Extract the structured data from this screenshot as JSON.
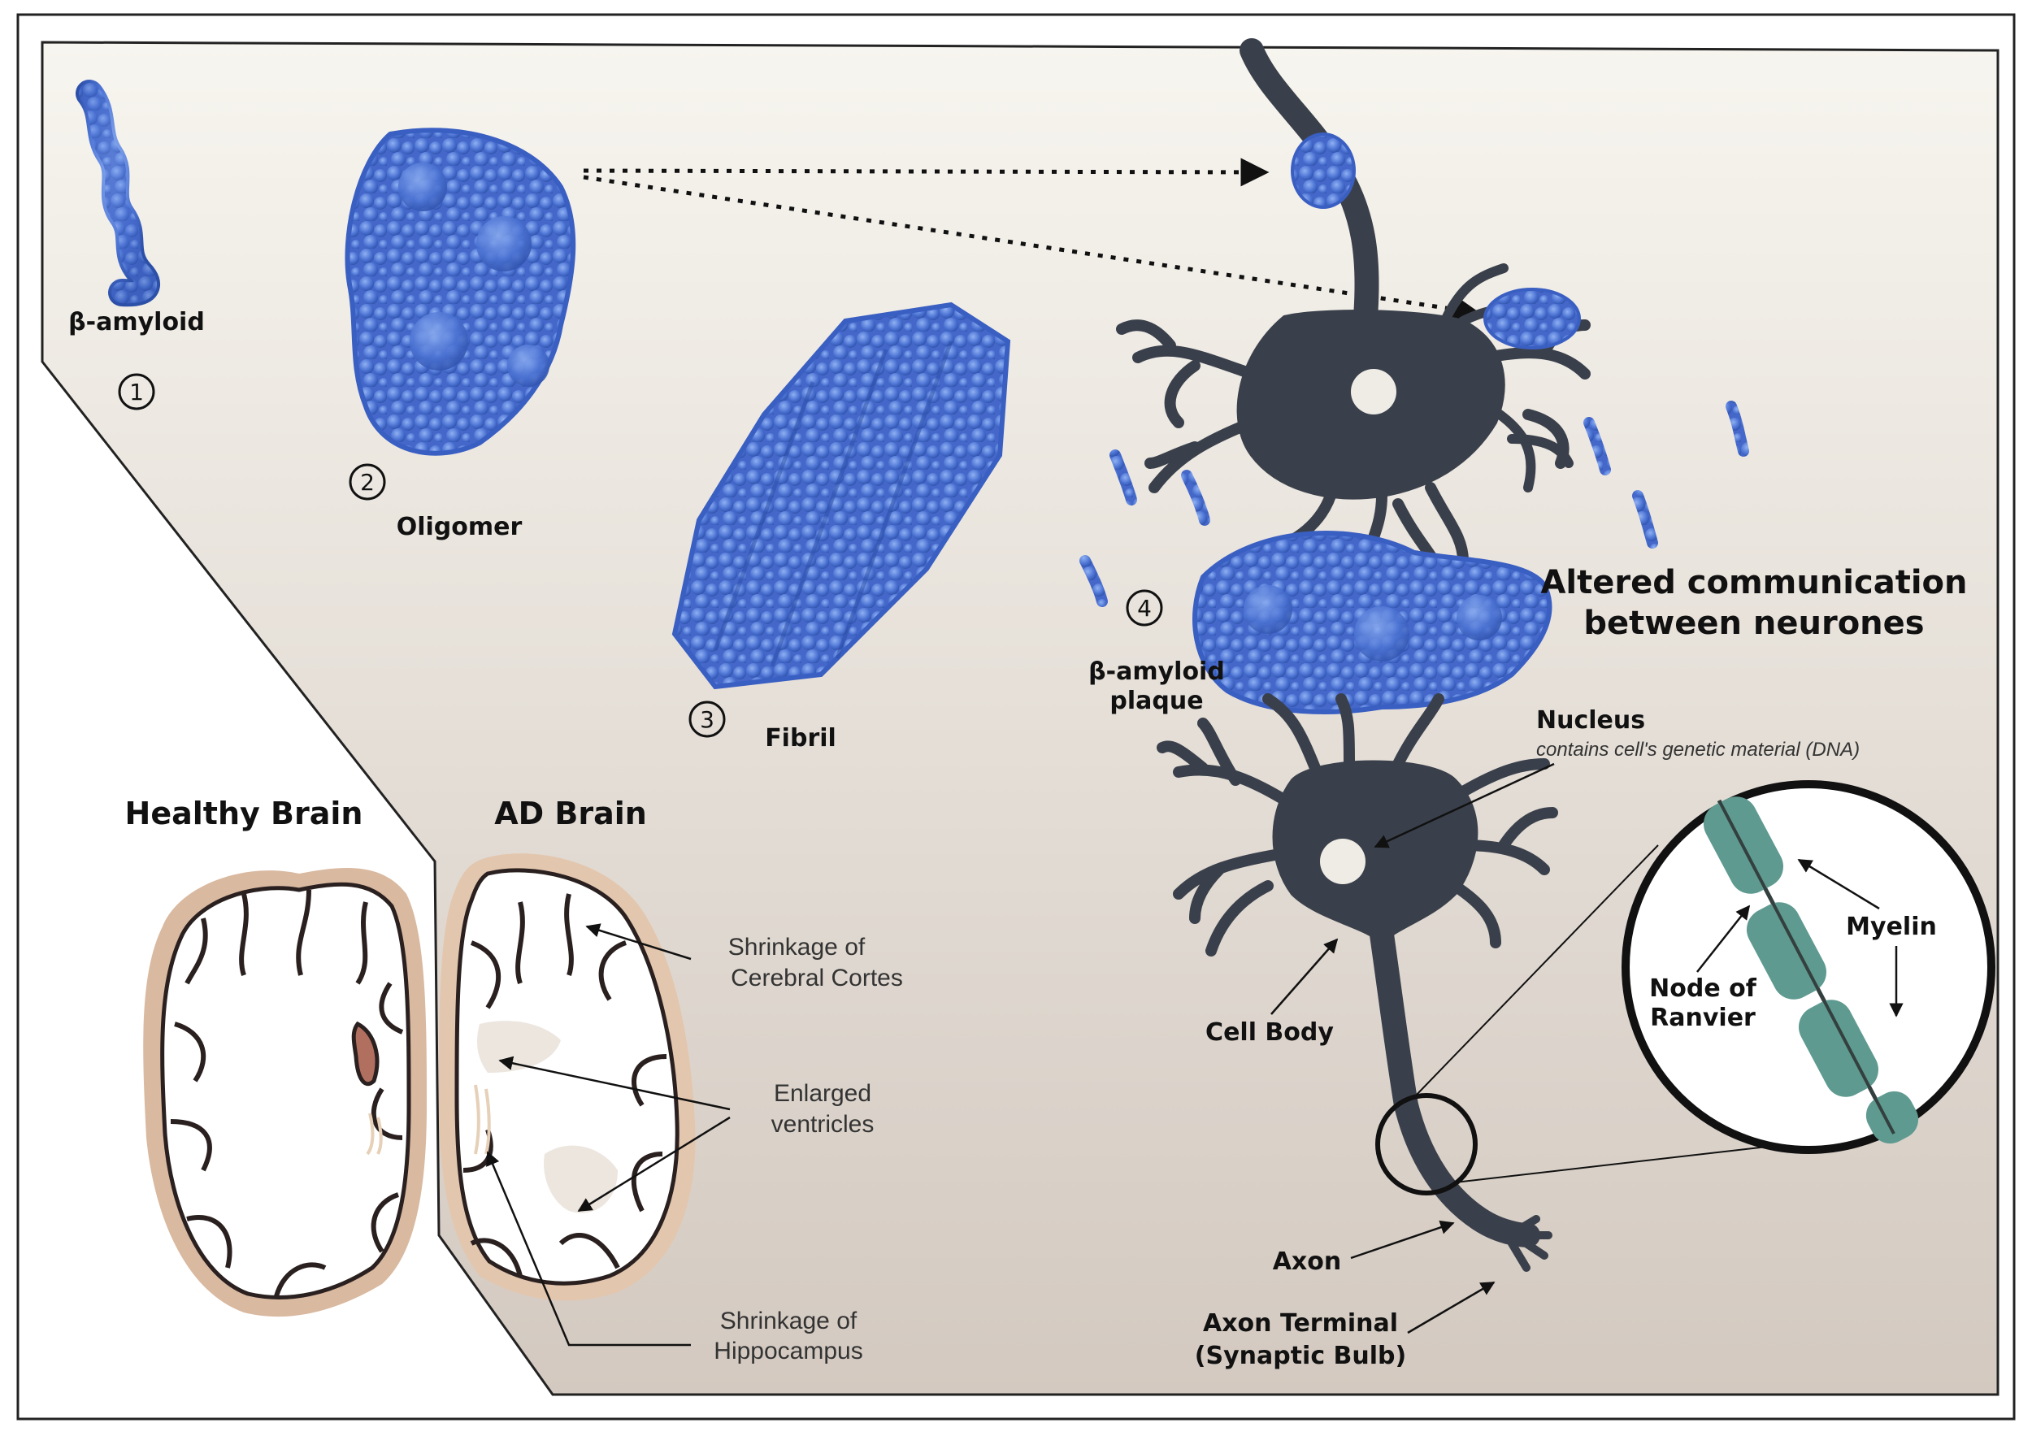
{
  "stages": {
    "monomer": {
      "number": "1",
      "label": "β-amyloid"
    },
    "oligomer": {
      "number": "2",
      "label": "Oligomer"
    },
    "fibril": {
      "number": "3",
      "label": "Fibril"
    },
    "plaque": {
      "number": "4",
      "label_line1": "β-amyloid",
      "label_line2": "plaque"
    }
  },
  "headline": {
    "line1": "Altered communication",
    "line2": "between neurones"
  },
  "neuron_labels": {
    "nucleus": "Nucleus",
    "nucleus_note": "contains cell's genetic material (DNA)",
    "cell_body": "Cell Body",
    "axon": "Axon",
    "axon_terminal_line1": "Axon Terminal",
    "axon_terminal_line2": "(Synaptic Bulb)",
    "myelin": "Myelin",
    "node_line1": "Node of",
    "node_line2": "Ranvier"
  },
  "brains": {
    "healthy_title": "Healthy Brain",
    "ad_title": "AD Brain"
  },
  "brain_annotations": {
    "cortex_line1": "Shrinkage of",
    "cortex_line2": "Cerebral Cortes",
    "ventricles_line1": "Enlarged",
    "ventricles_line2": "ventricles",
    "hippocampus_line1": "Shrinkage of",
    "hippocampus_line2": "Hippocampus"
  },
  "colors": {
    "neuron": "#3a404b",
    "protein": "#4d74d4",
    "myelin": "#5f9a90",
    "brain_outer": "#d9b9a0",
    "brain_tissue": "#ffffff",
    "panel_gradient_top": "#f7f5ef",
    "panel_gradient_bottom": "#d3c9c0"
  }
}
